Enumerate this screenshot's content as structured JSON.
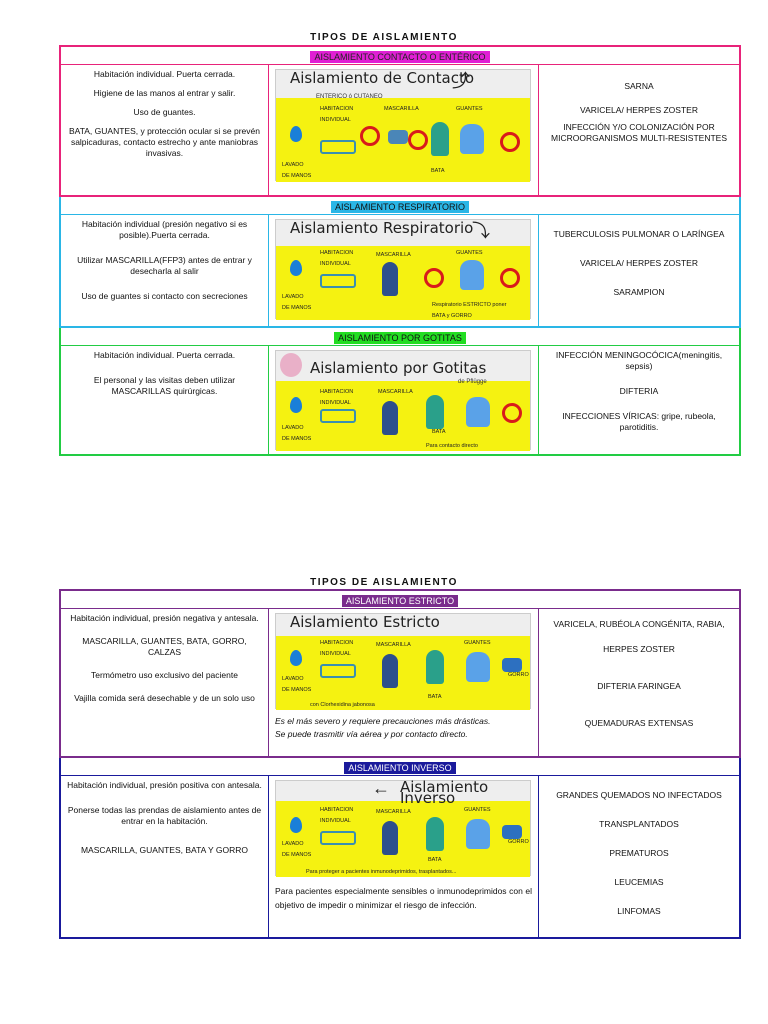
{
  "page1": {
    "title": "TIPOS DE AISLAMIENTO",
    "sections": [
      {
        "header": "AISLAMIENTO CONTACTO O ENTÉRICO",
        "left": [
          "Habitación individual. Puerta cerrada.",
          "Higiene de las manos al entrar y salir.",
          "Uso de guantes.",
          "BATA, GUANTES, y protección ocular si se prevén salpicaduras, contacto estrecho y ante maniobras invasivas."
        ],
        "image": {
          "title": "Aislamiento de Contacto",
          "subtitle": "ENTERICO ó CUTANEO",
          "labels": [
            "HABITACION INDIVIDUAL",
            "MASCARILLA",
            "GUANTES",
            "LAVADO DE MANOS",
            "BATA"
          ]
        },
        "right": [
          "SARNA",
          "VARICELA/ HERPES ZOSTER",
          "INFECCIÓN Y/O COLONIZACIÓN POR MICROORGANISMOS MULTI-RESISTENTES"
        ]
      },
      {
        "header": "AISLAMIENTO RESPIRATORIO",
        "left": [
          "Habitación individual (presión negativo si es posible).Puerta cerrada.",
          "Utilizar MASCARILLA(FFP3) antes de entrar y desecharla al salir",
          "Uso de guantes si contacto con secreciones"
        ],
        "image": {
          "title": "Aislamiento Respiratorio",
          "labels": [
            "HABITACION INDIVIDUAL",
            "MASCARILLA",
            "GUANTES",
            "LAVADO DE MANOS",
            "Respiratorio ESTRICTO poner BATA y GORRO"
          ]
        },
        "right": [
          "TUBERCULOSIS PULMONAR O LARÍNGEA",
          "VARICELA/ HERPES ZOSTER",
          "SARAMPION"
        ]
      },
      {
        "header": "AISLAMIENTO POR GOTITAS",
        "left": [
          "Habitación individual. Puerta cerrada.",
          "El personal y las visitas deben utilizar MASCARILLAS quirúrgicas."
        ],
        "image": {
          "title": "Aislamiento por Gotitas",
          "subtitle": "de Pflügge",
          "labels": [
            "HABITACION INDIVIDUAL",
            "MASCARILLA",
            "LAVADO DE MANOS",
            "BATA",
            "Para contacto directo"
          ]
        },
        "right": [
          "INFECCIÓN MENINGOCÓCICA(meningitis, sepsis)",
          "DIFTERIA",
          "INFECCIONES VÍRICAS: gripe, rubeola, parotiditis."
        ]
      }
    ]
  },
  "page2": {
    "title": "TIPOS DE AISLAMIENTO",
    "sections": [
      {
        "header": "AISLAMIENTO ESTRICTO",
        "left": [
          "Habitación individual, presión negativa y antesala.",
          "MASCARILLA, GUANTES, BATA, GORRO, CALZAS",
          "Termómetro uso exclusivo del paciente",
          "Vajilla comida será desechable y de un solo uso"
        ],
        "image": {
          "title": "Aislamiento Estricto",
          "labels": [
            "HABITACION INDIVIDUAL",
            "MASCARILLA",
            "GUANTES",
            "LAVADO DE MANOS",
            "BATA",
            "GORRO",
            "con Clorhexidina jabonosa"
          ]
        },
        "note": [
          "Es el más severo y requiere precauciones más drásticas.",
          "Se puede trasmitir vía aérea y por contacto directo."
        ],
        "right": [
          "VARICELA, RUBÉOLA CONGÉNITA, RABIA,",
          "HERPES ZOSTER",
          "DIFTERIA FARINGEA",
          "QUEMADURAS EXTENSAS"
        ]
      },
      {
        "header": "AISLAMIENTO INVERSO",
        "left": [
          "Habitación individual, presión positiva con antesala.",
          "Ponerse todas las prendas de aislamiento antes de entrar en la habitación.",
          "MASCARILLA, GUANTES, BATA Y GORRO"
        ],
        "image": {
          "title": "Aislamiento Inverso",
          "labels": [
            "HABITACION INDIVIDUAL",
            "MASCARILLA",
            "GUANTES",
            "LAVADO DE MANOS",
            "BATA",
            "GORRO",
            "Para proteger a pacientes inmunodeprimidos, trasplantados..."
          ]
        },
        "note": [
          "Para pacientes especialmente sensibles o inmunodeprimidos con el objetivo de impedir o minimizar el riesgo de infección."
        ],
        "right": [
          "GRANDES QUEMADOS NO INFECTADOS",
          "TRANSPLANTADOS",
          "PREMATUROS",
          "LEUCEMIAS",
          "LINFOMAS"
        ]
      }
    ]
  },
  "colors": {
    "contacto": "#e8237a",
    "contacto_label_bg": "#e01fd4",
    "respiratorio": "#2ab6e6",
    "gotitas": "#22cc44",
    "gotitas_label_bg": "#22dd22",
    "estricto": "#7a2c8c",
    "inverso": "#1a1a9c"
  }
}
